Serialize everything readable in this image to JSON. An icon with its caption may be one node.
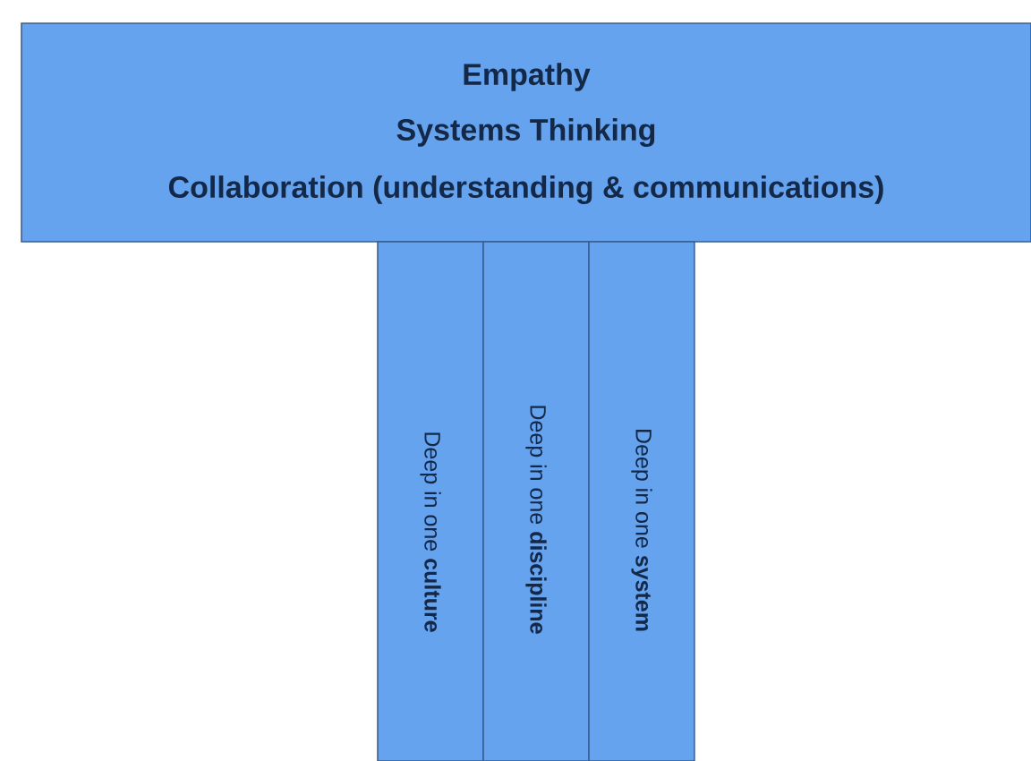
{
  "diagram": {
    "nodes": [
      {
        "text": [
          "Empathy",
          "Systems Thinking",
          "Collaboration (understanding & communications)"
        ]
      },
      {
        "text": [
          "Deep in one **culture**"
        ]
      },
      {
        "text": [
          "Deep in one **discipline**"
        ]
      },
      {
        "text": [
          "Deep in one **system**"
        ]
      }
    ]
  }
}
